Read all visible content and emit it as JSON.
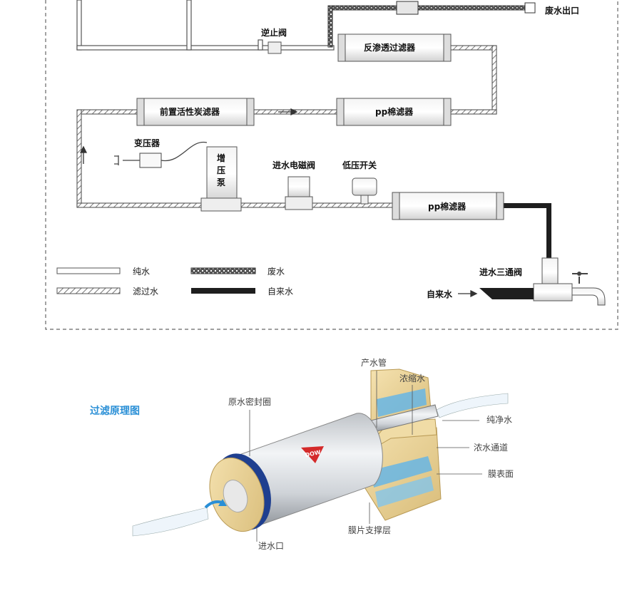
{
  "schematic": {
    "labels": {
      "waste_outlet": "废水出口",
      "check_valve": "逆止阀",
      "ro_filter": "反渗透过滤器",
      "pre_carbon": "前置活性炭滤器",
      "pp_filter_top": "pp棉滤器",
      "transformer": "变压器",
      "pump_1": "增",
      "pump_2": "压",
      "pump_3": "泵",
      "inlet_valve": "进水电磁阀",
      "low_pressure_switch": "低压开关",
      "pp_filter_bottom": "pp棉滤器",
      "inlet_tee": "进水三通阀",
      "tap_water_in": "自来水"
    },
    "legend": {
      "pure_water": "纯水",
      "waste_water": "废水",
      "filtered_water": "滤过水",
      "tap_water": "自来水"
    }
  },
  "principle": {
    "title": "过滤原理图",
    "brand": "DOW",
    "callouts": {
      "product_tube": "产水管",
      "concentrate": "浓缩水",
      "seal_ring": "原水密封圈",
      "pure_water": "纯净水",
      "concentrate_channel": "浓水通道",
      "membrane_surface": "膜表面",
      "support_layer": "膜片支撑层",
      "inlet": "进水口"
    }
  },
  "colors": {
    "pipe_outline": "#555555",
    "tap_pipe": "#1e1e1e",
    "dash_border": "#666666",
    "accent_blue": "#2a8fd6",
    "seal_blue": "#1f3f8f",
    "membrane_tan": "#e6cf97",
    "water_blue": "#5fb4ea"
  }
}
